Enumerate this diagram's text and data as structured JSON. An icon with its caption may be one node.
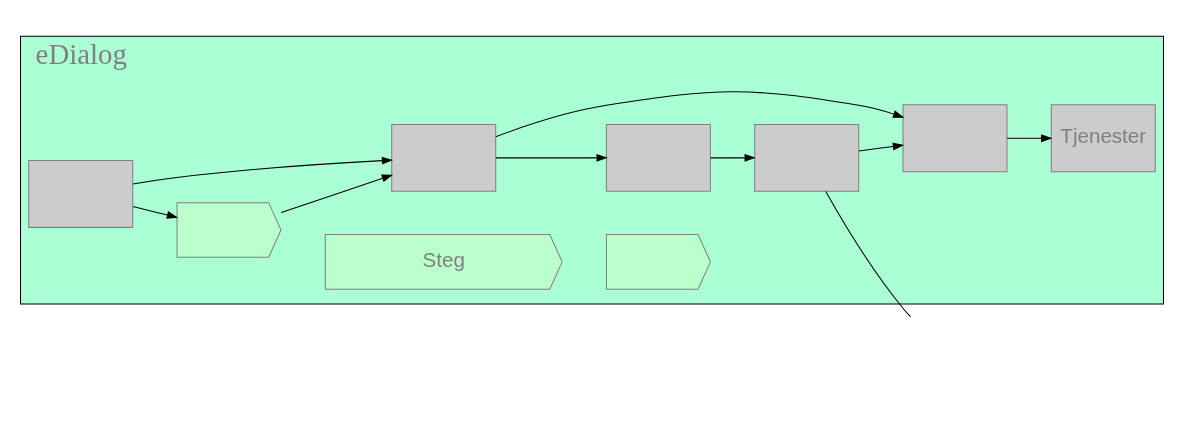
{
  "diagram": {
    "nodes": [
      {
        "text": [
          "eDialog"
        ]
      },
      {
        "text": [],
        "shape": "chevron",
        "in": 0
      },
      {
        "text": [
          "Steg"
        ],
        "in": 0
      },
      {
        "text": [],
        "shape": "chevron",
        "in": 0
      },
      {
        "text": [],
        "shape": "box",
        "in": 0
      },
      {
        "text": [],
        "shape": "box",
        "in": 0
      },
      {
        "text": [],
        "shape": "box",
        "in": 0
      },
      {
        "text": [],
        "shape": "box",
        "in": 0
      },
      {
        "text": [],
        "shape": "box",
        "in": 0
      },
      {
        "text": [
          "Tjenester"
        ],
        "in": 0
      }
    ],
    "edges": [
      {
        "from": 4,
        "to": 1,
        "arrow": "to"
      },
      {
        "from": 1,
        "to": 5,
        "arrow": "to"
      },
      {
        "from": 4,
        "to": 5,
        "arrow": "to"
      },
      {
        "from": 5,
        "to": 6,
        "arrow": "to"
      },
      {
        "from": 6,
        "to": 7,
        "arrow": "to"
      },
      {
        "from": 7,
        "to": 8,
        "arrow": "to"
      },
      {
        "from": 8,
        "to": 9,
        "arrow": "to"
      },
      {
        "from": 5,
        "to": 8,
        "arrow": "to"
      },
      {
        "from": 7,
        "to": null,
        "arrow": "none"
      }
    ]
  }
}
